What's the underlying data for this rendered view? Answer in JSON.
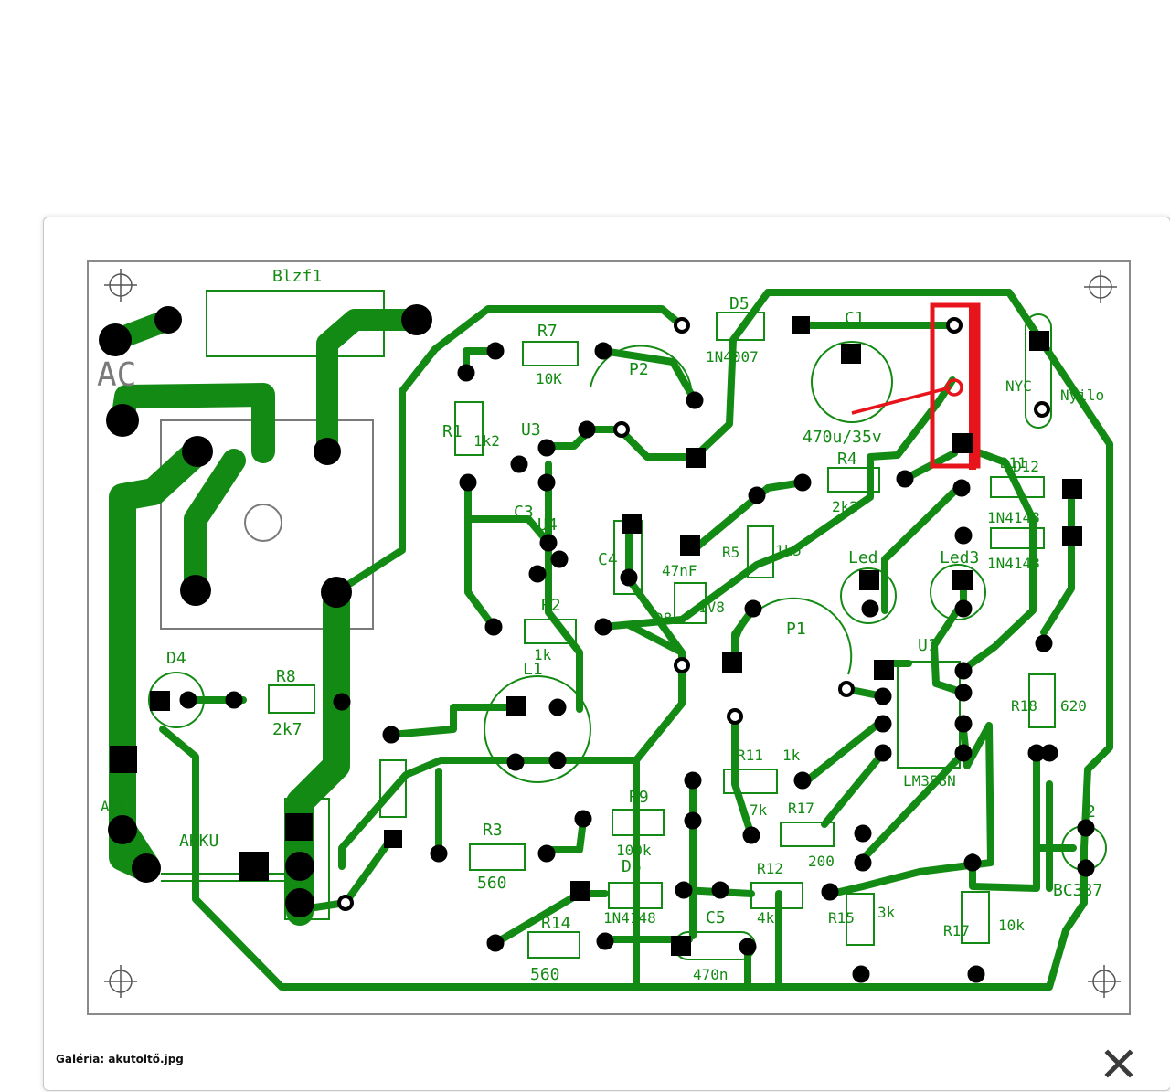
{
  "gallery": {
    "caption_prefix": "Galéria:",
    "filename": "akutoltő.jpg",
    "close_icon": "close-icon"
  },
  "board": {
    "labels": {
      "blz": "Blzf1",
      "ac": "AC",
      "r7": "R7",
      "r7v": "10K",
      "p2": "P2",
      "d5": "D5",
      "d5v": "1N4007",
      "c1": "C1",
      "c1v": "470u/35v",
      "r1": "R1",
      "r1v": "1k2",
      "u3": "U3",
      "c3": "C3",
      "u4": "U4",
      "c4": "C4",
      "c4v": "47nF",
      "d8": "D8",
      "d8v": "1V8",
      "r4": "R4",
      "r4v": "2k2",
      "r5": "R5",
      "r5v": "1k5",
      "r2": "R2",
      "r2v": "1k",
      "l1": "L1",
      "d4": "D4",
      "r8": "R8",
      "r8v": "2k7",
      "p1": "P1",
      "led": "Led",
      "led3": "Led3",
      "u1": "U1",
      "u1v": "LM358N",
      "d11": "D11",
      "d11v": "1N4148",
      "d12": "D12",
      "d12v": "1N4148",
      "r18": "R18",
      "r18v": "620",
      "nyc": "NYC",
      "nyilo": "Nyilo",
      "akku": "Akku",
      "akku2": "AKKU",
      "r3": "R3",
      "r3v": "560",
      "r9": "R9",
      "r9v": "100k",
      "d6": "D6",
      "d6v": "1N4148",
      "r14": "R14",
      "r14v": "560",
      "c5": "C5",
      "c5v": "470n",
      "r11": "R11",
      "r11v": "1k",
      "r11b": "7k",
      "r17": "R17",
      "r17b": "200",
      "r12": "R12",
      "r12v": "4k7",
      "r15": "R15",
      "r15v": "3k",
      "r17b2": "R17",
      "r17v": "10k",
      "t2": "2",
      "bc": "BC337"
    },
    "colors": {
      "trace": "#138a13",
      "pad": "#000000",
      "outline": "#138a13",
      "highlight": "#e8141b"
    }
  }
}
